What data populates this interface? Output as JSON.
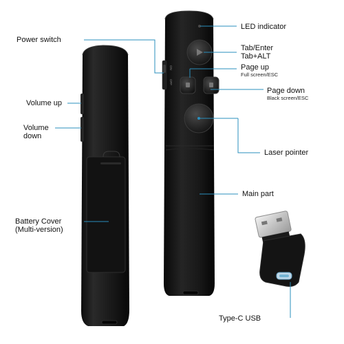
{
  "labels": {
    "power_switch": "Power switch",
    "volume_up": "Volume up",
    "volume_down": [
      "Volume",
      "down"
    ],
    "battery_cover": [
      "Battery Cover",
      "(Multi-version)"
    ],
    "led_indicator": "LED indicator",
    "tab_enter": [
      "Tab/Enter",
      "Tab+ALT"
    ],
    "page_up": "Page up",
    "page_up_sub": "Full screen/ESC",
    "page_down": "Page down",
    "page_down_sub": "Black screen/ESC",
    "laser_pointer": "Laser pointer",
    "main_part": "Main part",
    "type_c_usb": "Type-C USB",
    "switch_on": "ON",
    "switch_off": "OFF"
  },
  "colors": {
    "device_body": "#1a1a1a",
    "device_edge": "#2c2c2c",
    "leader_line": "#2a8fbd",
    "button_face": "#2b2b2b",
    "usb_metal": "#d7d7d7"
  }
}
